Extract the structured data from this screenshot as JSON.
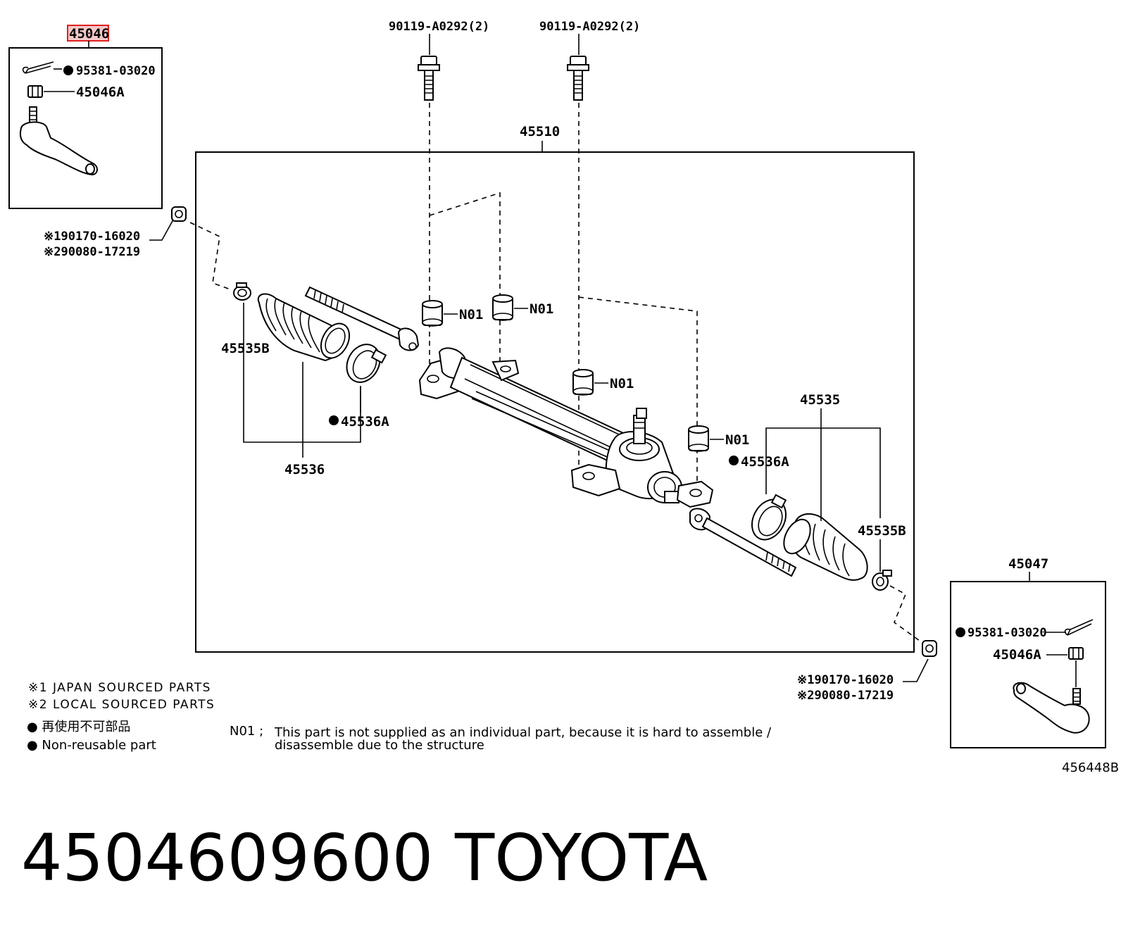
{
  "highlighted_part": "45046",
  "part_labels": {
    "cotter_pin_left": "95381-03020",
    "nut_left": "45046A",
    "bolt_left": "90119-A0292(2)",
    "bolt_right": "90119-A0292(2)",
    "rack_assembly": "45510",
    "nut_options_left": [
      "※190170-16020",
      "※290080-17219"
    ],
    "clip_left": "45535B",
    "boot_left": "45536",
    "clamp_left": "45536A",
    "bushing_1": "N01",
    "bushing_2": "N01",
    "bushing_3": "N01",
    "bushing_4": "N01",
    "boot_right_group": "45535",
    "clamp_right": "45536A",
    "clip_right": "45535B",
    "tie_rod_end_right": "45047",
    "cotter_pin_right": "95381-03020",
    "nut_right": "45046A",
    "nut_options_right": [
      "※190170-16020",
      "※290080-17219"
    ]
  },
  "legend": {
    "japan": "※1 JAPAN SOURCED PARTS",
    "local": "※2 LOCAL SOURCED PARTS",
    "non_reusable_jp": "● 再使用不可部品",
    "non_reusable_en": "● Non-reusable part",
    "n01_key": "N01 ;",
    "n01_line1": "This part is not supplied as an individual part, because it is hard to assemble /",
    "n01_line2": "disassemble due to the structure"
  },
  "figure_code": "456448B",
  "footer": {
    "part_number": "4504609600",
    "brand": "TOYOTA"
  },
  "colors": {
    "highlight_fill": "#f4c8c8",
    "highlight_stroke": "#e02020"
  }
}
